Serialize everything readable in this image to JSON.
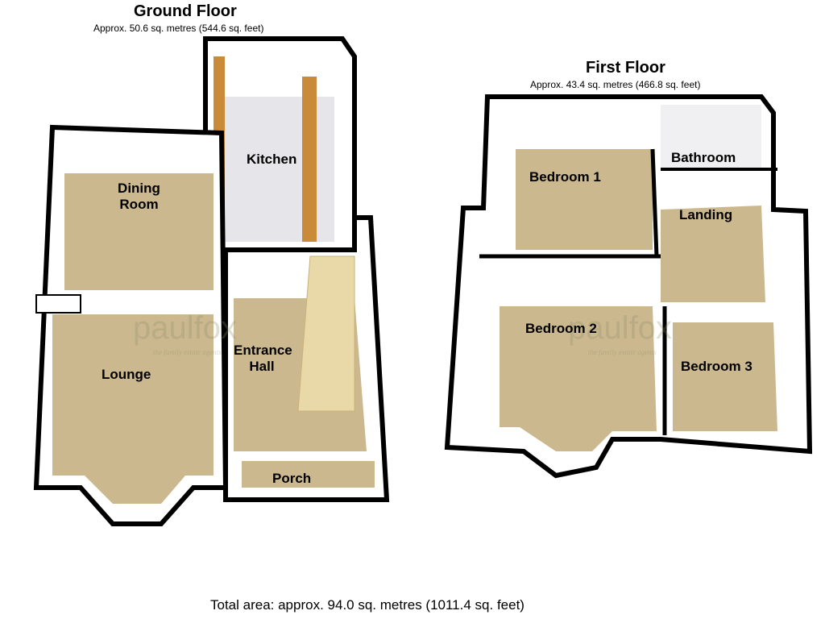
{
  "ground_floor": {
    "title": "Ground Floor",
    "area": "Approx. 50.6 sq. metres (544.6 sq. feet)",
    "rooms": [
      "Kitchen",
      "Dining Room",
      "Lounge",
      "Entrance Hall",
      "Porch"
    ]
  },
  "first_floor": {
    "title": "First Floor",
    "area": "Approx. 43.4 sq. metres (466.8 sq. feet)",
    "rooms": [
      "Bathroom",
      "Bedroom 1",
      "Landing",
      "Bedroom 2",
      "Bedroom 3"
    ]
  },
  "watermark": {
    "brand": "paulfox",
    "tagline": "the family estate agents"
  },
  "total_area": "Total area: approx. 94.0 sq. metres (1011.4 sq. feet)",
  "colors": {
    "floor": "#cbb88f",
    "wall": "#ffffff",
    "outline": "#000000",
    "kitchen_floor": "#e8e8ea"
  }
}
